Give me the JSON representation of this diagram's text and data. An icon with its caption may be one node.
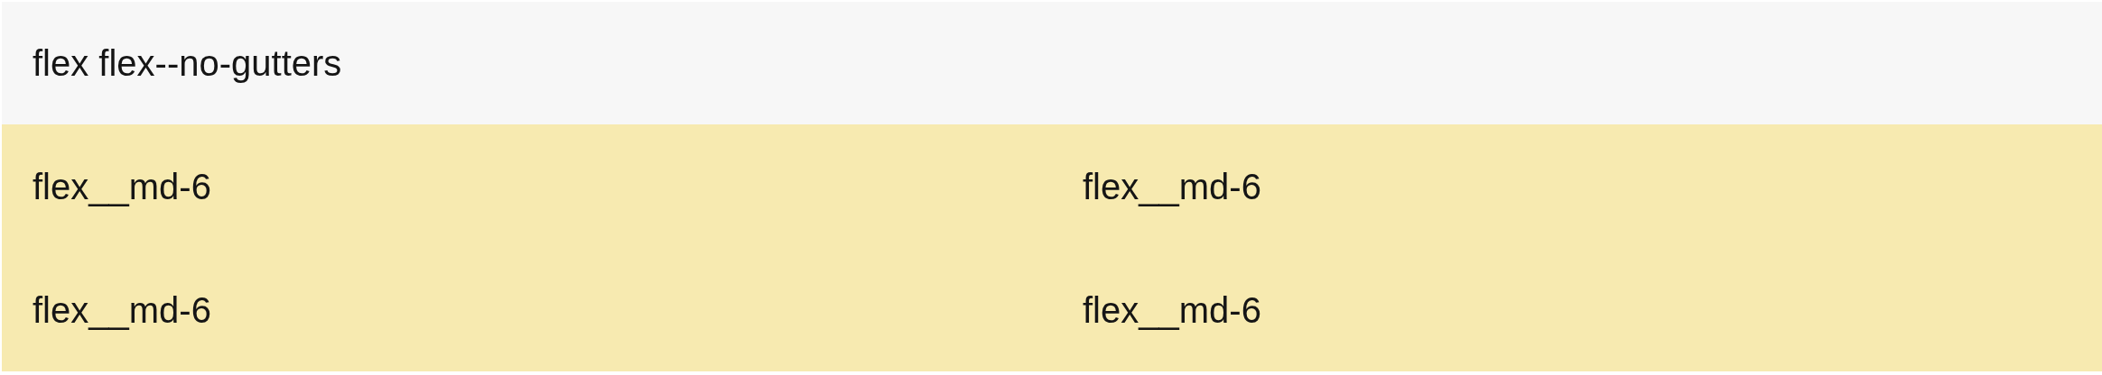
{
  "diagram": {
    "nodes": [
      {
        "text": [
          "flex flex--no-gutters"
        ]
      },
      {
        "text": [
          "flex__md-6"
        ],
        "in": 0
      },
      {
        "text": [
          "flex__md-6"
        ],
        "in": 0
      },
      {
        "text": [
          "flex__md-6"
        ],
        "in": 0
      },
      {
        "text": [
          "flex__md-6"
        ],
        "in": 0
      }
    ]
  }
}
